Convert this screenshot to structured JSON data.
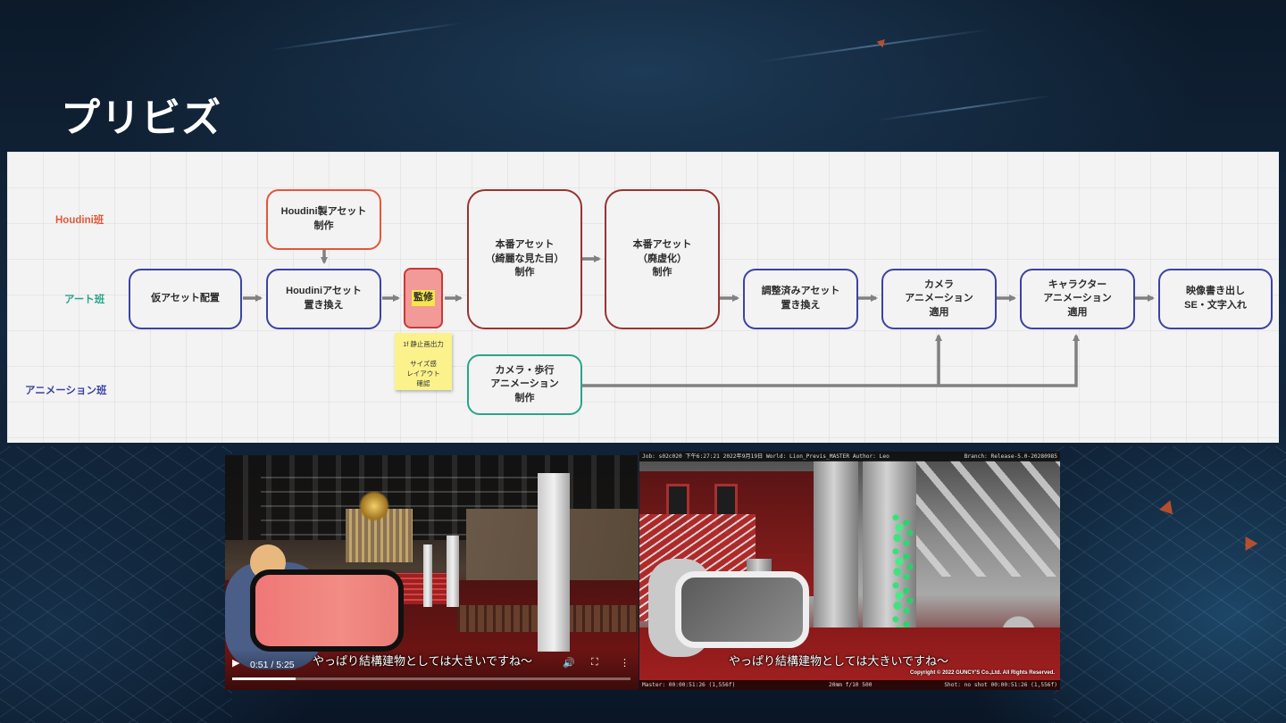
{
  "slide": {
    "title": "プリビズ"
  },
  "flowchart": {
    "lanes": {
      "houdini": "Houdini班",
      "art": "アート班",
      "animation": "アニメーション班"
    },
    "nodes": {
      "houdini_asset": "Houdini製アセット\n制作",
      "temp_asset": "仮アセット配置",
      "houdini_replace": "Houdiniアセット\n置き換え",
      "review": "監修",
      "final_asset_clean": "本番アセット\n（綺麗な見た目）\n制作",
      "final_asset_ruined": "本番アセット\n（廃虚化）\n制作",
      "adjusted_replace": "調整済みアセット\n置き換え",
      "camera_anim_apply": "カメラ\nアニメーション\n適用",
      "character_anim_apply": "キャラクター\nアニメーション\n適用",
      "export": "映像書き出し\nSE・文字入れ",
      "camera_walk_anim": "カメラ・歩行\nアニメーション\n制作"
    },
    "sticky_note": "1f 静止画出力\n\nサイズ感\nレイアウト\n確認",
    "colors": {
      "houdini_lane": "#e1583a",
      "art_lane": "#28a58a",
      "animation_lane": "#3b43a4",
      "blue_border": "#3b43a4",
      "orange_border": "#e1583a",
      "darkred_border": "#9a3232",
      "green_border": "#28a58a",
      "review_fill": "#f29a97",
      "arrow": "#808080"
    }
  },
  "video_left": {
    "time": "0:51 / 5:25",
    "subtitle": "やっぱり結構建物としては大きいですね～",
    "progress_fraction": 0.16,
    "icons": [
      "play-icon",
      "volume-icon",
      "fullscreen-icon",
      "more-icon"
    ]
  },
  "video_right": {
    "hud_top_left": "Job: s02c020  下午6:27:21 2022年9月19日  World: Lion_Previs_MASTER  Author: Leo",
    "hud_top_right": "Branch: Release-5.0-20280985",
    "hud_bottom_left": "Master: 00:00:51:26 (1,556f)",
    "hud_bottom_center": "20mm f/10 500",
    "hud_bottom_right": "Shot: no shot 00:00:51:26 (1,556f)",
    "subtitle": "やっぱり結構建物としては大きいですね～",
    "copyright": "Copyright © 2022 GUNCY'S Co.,Ltd. All Rights Reserved."
  }
}
